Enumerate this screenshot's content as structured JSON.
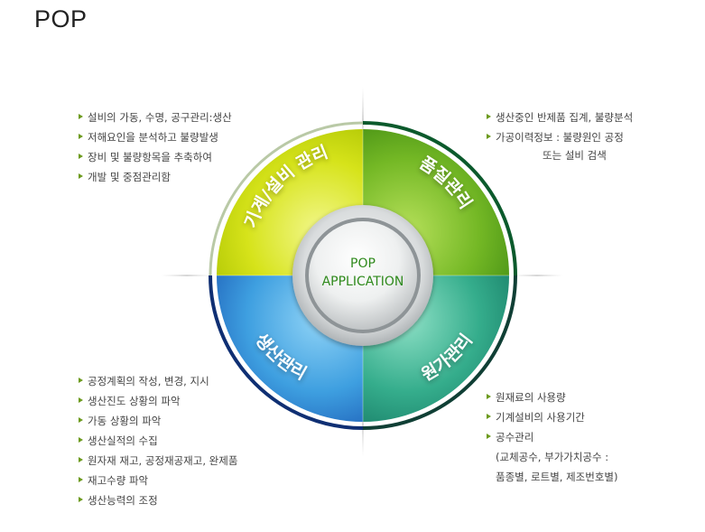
{
  "title": "POP",
  "center": {
    "line1": "POP",
    "line2": "APPLICATION"
  },
  "quadrants": {
    "top_left": "기계/설비 관리",
    "top_right": "품질관리",
    "bottom_left": "생산관리",
    "bottom_right": "원가관리"
  },
  "lists": {
    "top_left": [
      "설비의 가동, 수명, 공구관리:생산",
      "저해요인을 분석하고 불량발생",
      "장비 및 불량항목을 추축하여",
      "개발 및 중점관리함"
    ],
    "top_right": [
      "생산중인 반제품 집계, 불량분석",
      "가공이력정보 : 불량원인 공정",
      "또는 설비 검색"
    ],
    "bottom_left": [
      "공정계획의 작성, 변경, 지시",
      "생산진도 상황의 파악",
      "가동 상황의 파악",
      "생산실적의 수집",
      "원자재 재고, 공정재공재고, 완제품",
      "재고수량 파악",
      "생산능력의 조정"
    ],
    "bottom_right": [
      "원재료의 사용량",
      "기계설비의 사용기간",
      "공수관리",
      "(교체공수, 부가가치공수 :",
      "품종별, 로트별, 제조번호별)"
    ]
  },
  "colors": {
    "top_left": "#c7d800",
    "top_right": "#6fb31f",
    "bottom_left": "#2f8fd8",
    "bottom_right": "#2ea784",
    "ring_dark_green": "#0b5a2c",
    "ring_dark_blue": "#0f2f73"
  }
}
